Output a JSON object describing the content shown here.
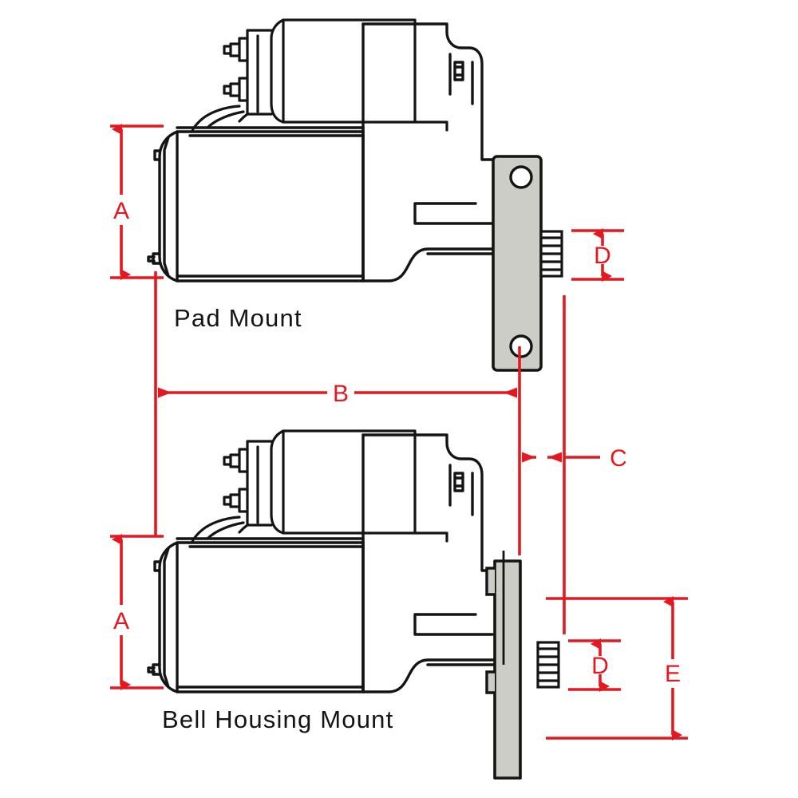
{
  "figure": {
    "title": "Starter Motor Mounting Dimension Diagram",
    "colors": {
      "dimension_red": "#e4181f",
      "outline_black": "#141414",
      "flange_grey": "#cdcdc8",
      "background": "#ffffff"
    }
  },
  "captions": {
    "top_view": "Pad Mount",
    "bottom_view": "Bell Housing Mount"
  },
  "dimensions": {
    "a_top": "A",
    "a_bottom": "A",
    "b": "B",
    "c": "C",
    "d_top": "D",
    "d_bottom": "D",
    "e": "E"
  },
  "views": [
    {
      "name": "pad-mount",
      "caption": "Pad Mount",
      "dimensions_shown": [
        "A",
        "B",
        "D"
      ],
      "features": [
        "solenoid-body",
        "solenoid-terminal-stud-upper",
        "solenoid-terminal-stud-lower",
        "motor-body",
        "commutator-end-cap",
        "drive-end-housing",
        "mounting-pad-plate",
        "mounting-bolt-hole-upper",
        "mounting-bolt-hole-lower",
        "pinion-gear"
      ]
    },
    {
      "name": "bell-housing-mount",
      "caption": "Bell Housing Mount",
      "dimensions_shown": [
        "A",
        "C",
        "D",
        "E"
      ],
      "features": [
        "solenoid-body",
        "solenoid-terminal-stud-upper",
        "solenoid-terminal-stud-lower",
        "motor-body",
        "commutator-end-cap",
        "drive-end-housing",
        "bell-housing-flange",
        "pinion-gear"
      ]
    }
  ],
  "dimension_details": [
    {
      "id": "A",
      "view": "pad-mount",
      "orientation": "vertical",
      "description": "Overall motor body height"
    },
    {
      "id": "B",
      "view": "pad-mount",
      "orientation": "horizontal",
      "description": "Overall length from end cap to mounting pad face"
    },
    {
      "id": "D",
      "view": "pad-mount",
      "orientation": "vertical",
      "description": "Pinion gear diameter"
    },
    {
      "id": "A",
      "view": "bell-housing-mount",
      "orientation": "vertical",
      "description": "Overall motor body height"
    },
    {
      "id": "C",
      "view": "bell-housing-mount",
      "orientation": "horizontal",
      "description": "Flange thickness / offset"
    },
    {
      "id": "D",
      "view": "bell-housing-mount",
      "orientation": "vertical",
      "description": "Pinion gear diameter"
    },
    {
      "id": "E",
      "view": "bell-housing-mount",
      "orientation": "vertical",
      "description": "Overall flange height"
    }
  ]
}
